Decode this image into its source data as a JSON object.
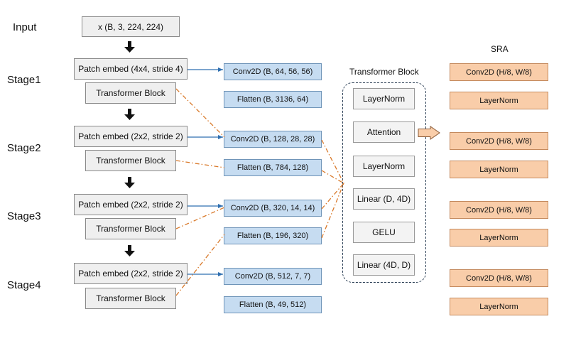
{
  "stage_labels": [
    "Input",
    "Stage1",
    "Stage2",
    "Stage3",
    "Stage4"
  ],
  "input_box": "x (B, 3, 224, 224)",
  "stages": [
    {
      "patch_embed": "Patch embed (4x4, stride 4)",
      "transformer": "Transformer Block",
      "conv": "Conv2D (B, 64, 56, 56)",
      "flatten": "Flatten (B, 3136, 64)"
    },
    {
      "patch_embed": "Patch embed (2x2, stride 2)",
      "transformer": "Transformer Block",
      "conv": "Conv2D (B, 128, 28, 28)",
      "flatten": "Flatten (B, 784, 128)"
    },
    {
      "patch_embed": "Patch embed (2x2, stride 2)",
      "transformer": "Transformer Block",
      "conv": "Conv2D (B, 320, 14, 14)",
      "flatten": "Flatten (B, 196, 320)"
    },
    {
      "patch_embed": "Patch embed (2x2, stride 2)",
      "transformer": "Transformer Block",
      "conv": "Conv2D (B, 512, 7, 7)",
      "flatten": "Flatten (B, 49, 512)"
    }
  ],
  "transformer_block": {
    "title": "Transformer Block",
    "layers": [
      "LayerNorm",
      "Attention",
      "LayerNorm",
      "Linear (D, 4D)",
      "GELU",
      "Linear (4D, D)"
    ]
  },
  "sra": {
    "title": "SRA",
    "rows": [
      {
        "conv": "Conv2D (H/8, W/8)",
        "norm": "LayerNorm"
      },
      {
        "conv": "Conv2D (H/8, W/8)",
        "norm": "LayerNorm"
      },
      {
        "conv": "Conv2D (H/8, W/8)",
        "norm": "LayerNorm"
      },
      {
        "conv": "Conv2D (H/8, W/8)",
        "norm": "LayerNorm"
      }
    ]
  },
  "colors": {
    "gray_box": "#efefef",
    "blue_box": "#c6dcf1",
    "orange_box": "#f9cda9",
    "blue_arrow": "#2f6fb0",
    "dashdot_line": "#d9792a"
  }
}
